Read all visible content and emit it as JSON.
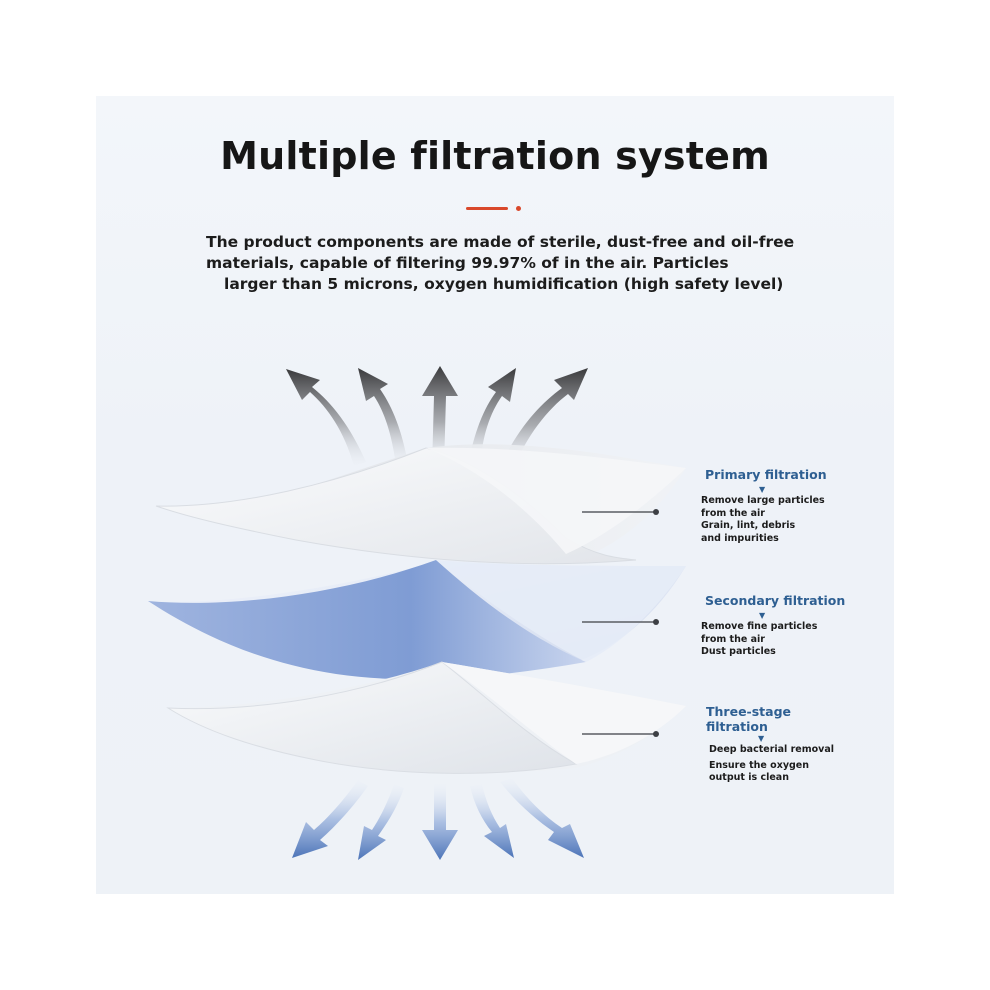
{
  "title": "Multiple filtration system",
  "description": {
    "line1": "The product components are made of sterile, dust-free and oil-free",
    "line2": "materials, capable of filtering 99.97% of  in the air. Particles",
    "line3": "larger than 5 microns, oxygen humidification (high safety level)"
  },
  "colors": {
    "accent": "#d9482b",
    "label_title": "#2e5f92",
    "middle_layer": "#8fa8d6",
    "top_arrows": "#4a4a4a",
    "bottom_arrows": "#5c84c4"
  },
  "icons": {
    "top_arrows": "up-arrow-icon",
    "bottom_arrows": "down-arrow-icon",
    "caret": "triangle-down-icon"
  },
  "layers": [
    {
      "title": "Primary filtration",
      "lines": [
        "Remove large particles",
        "from the air",
        "Grain, lint, debris",
        "and impurities"
      ]
    },
    {
      "title": "Secondary filtration",
      "lines": [
        "Remove fine particles",
        "from the air",
        "Dust particles"
      ]
    },
    {
      "title_line1": "Three-stage",
      "title_line2": "filtration",
      "lines": [
        "Deep bacterial removal",
        "Ensure the oxygen",
        "output is clean"
      ]
    }
  ]
}
